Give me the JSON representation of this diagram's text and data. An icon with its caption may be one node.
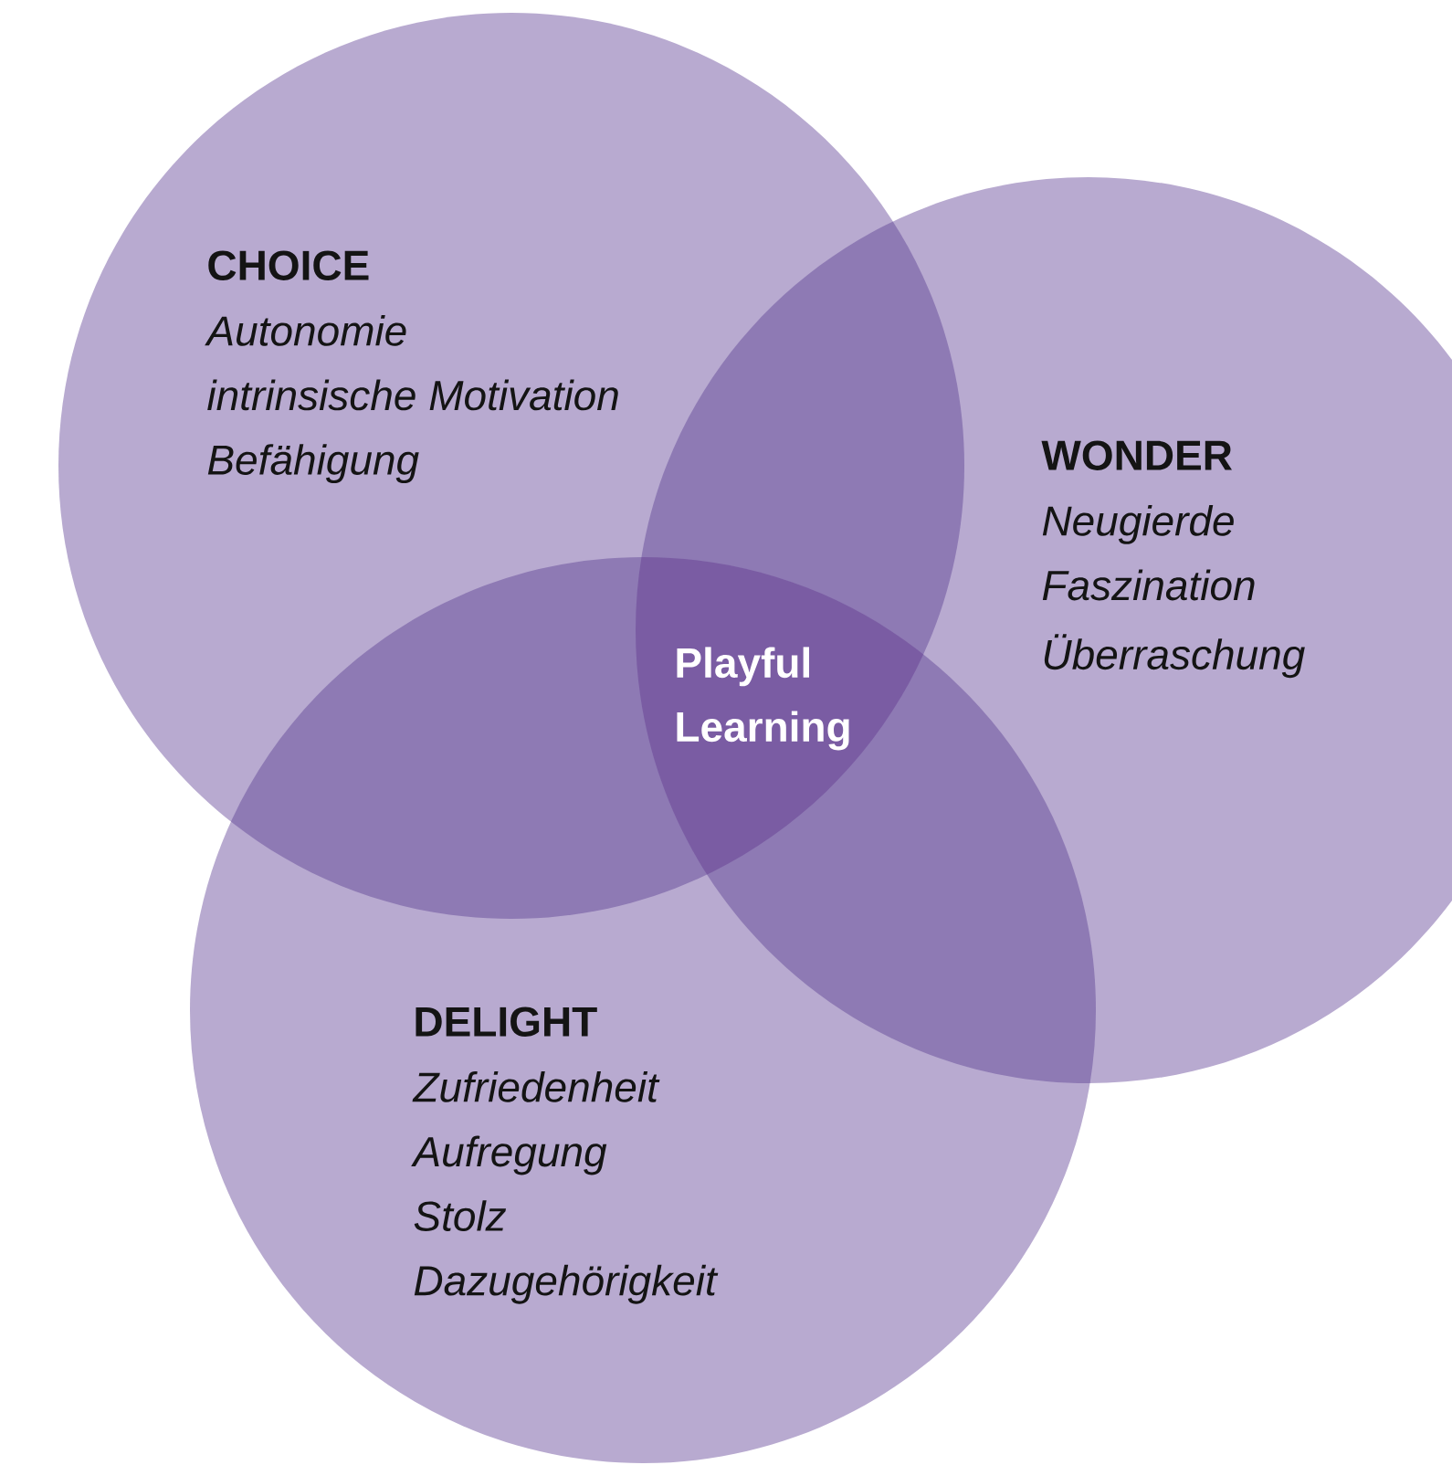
{
  "diagram": {
    "nodes": [
      {
        "text": [
          "CHOICE",
          "Autonomie",
          "intrinsische Motivation",
          "Befähigung"
        ]
      },
      {
        "text": [
          "WONDER",
          "Neugierde",
          "Faszination",
          "Überraschung"
        ]
      },
      {
        "text": [
          "DELIGHT",
          "Zufriedenheit",
          "Aufregung",
          "Stolz",
          "Dazugehörigkeit"
        ]
      }
    ],
    "labels": [
      "Playful Learning"
    ]
  }
}
